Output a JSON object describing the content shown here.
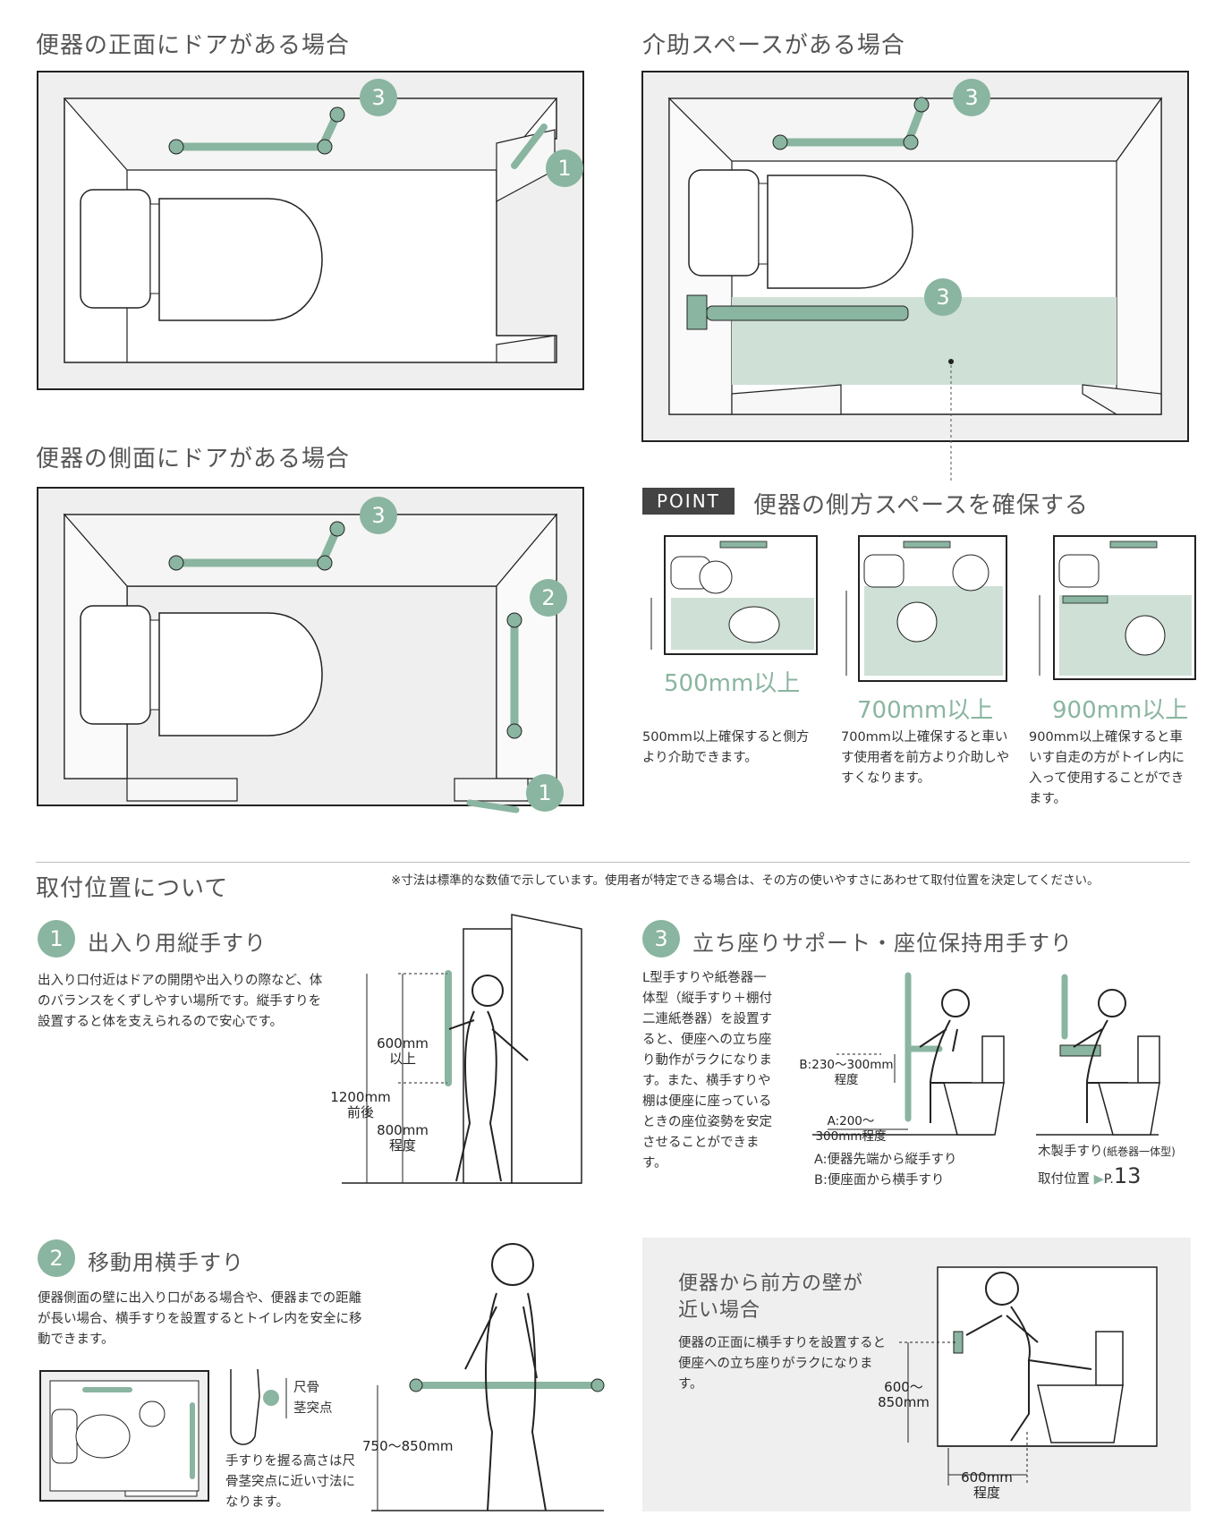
{
  "colors": {
    "accent": "#8ab5a0",
    "accent_light": "#cfe0d6",
    "dark": "#333333",
    "wall": "#efefef"
  },
  "plan_front": {
    "title": "便器の正面にドアがある場合",
    "badges": [
      "3",
      "1"
    ]
  },
  "plan_side": {
    "title": "便器の側面にドアがある場合",
    "badges": [
      "3",
      "2",
      "1"
    ]
  },
  "plan_assist": {
    "title": "介助スペースがある場合",
    "badges": [
      "3",
      "3"
    ]
  },
  "point": {
    "badge": "POINT",
    "title": "便器の側方スペースを確保する",
    "items": [
      {
        "dimension": "500mm以上",
        "caption": "500mm以上確保すると側方より介助できます。"
      },
      {
        "dimension": "700mm以上",
        "caption": "700mm以上確保すると車いす使用者を前方より介助しやすくなります。"
      },
      {
        "dimension": "900mm以上",
        "caption": "900mm以上確保すると車いす自走の方がトイレ内に入って使用することができます。"
      }
    ]
  },
  "install": {
    "title": "取付位置について",
    "note": "※寸法は標準的な数値で示しています。使用者が特定できる場合は、その方の使いやすさにあわせて取付位置を決定してください。"
  },
  "section1": {
    "number": "1",
    "title": "出入り用縦手すり",
    "text": "出入り口付近はドアの開閉や出入りの際など、体のバランスをくずしやすい場所です。縦手すりを設置すると体を支えられるので安心です。",
    "dims": {
      "a1": "600mm",
      "a2": "以上",
      "b1": "1200mm",
      "b2": "前後",
      "c1": "800mm",
      "c2": "程度"
    }
  },
  "section2": {
    "number": "2",
    "title": "移動用横手すり",
    "text": "便器側面の壁に出入り口がある場合や、便器までの距離が長い場合、横手すりを設置するとトイレ内を安全に移動できます。",
    "wrist_label1": "尺骨",
    "wrist_label2": "茎突点",
    "wrist_text": "手すりを握る高さは尺骨茎突点に近い寸法になります。",
    "height": "750～850mm"
  },
  "section3": {
    "number": "3",
    "title": "立ち座りサポート・座位保持用手すり",
    "text": "L型手すりや紙巻器一体型（縦手すり＋棚付二連紙巻器）を設置すると、便座への立ち座り動作がラクになります。また、横手すりや棚は便座に座っているときの座位姿勢を安定させることができます。",
    "dimB1": "B:230～300mm",
    "dimB2": "程度",
    "dimA1": "A:200～",
    "dimA2": "300mm程度",
    "legendA": "A:便器先端から縦手すり",
    "legendB": "B:便座面から横手すり",
    "product": "木製手すり",
    "product_sub": "(紙巻器一体型)",
    "ref_label": "取付位置",
    "ref_prefix": "P.",
    "ref_page": "13"
  },
  "near_wall": {
    "title1": "便器から前方の壁が",
    "title2": "近い場合",
    "text": "便器の正面に横手すりを設置すると便座への立ち座りがラクになります。",
    "dim1": "600～",
    "dim2": "850mm",
    "dim3": "600mm",
    "dim4": "程度"
  }
}
